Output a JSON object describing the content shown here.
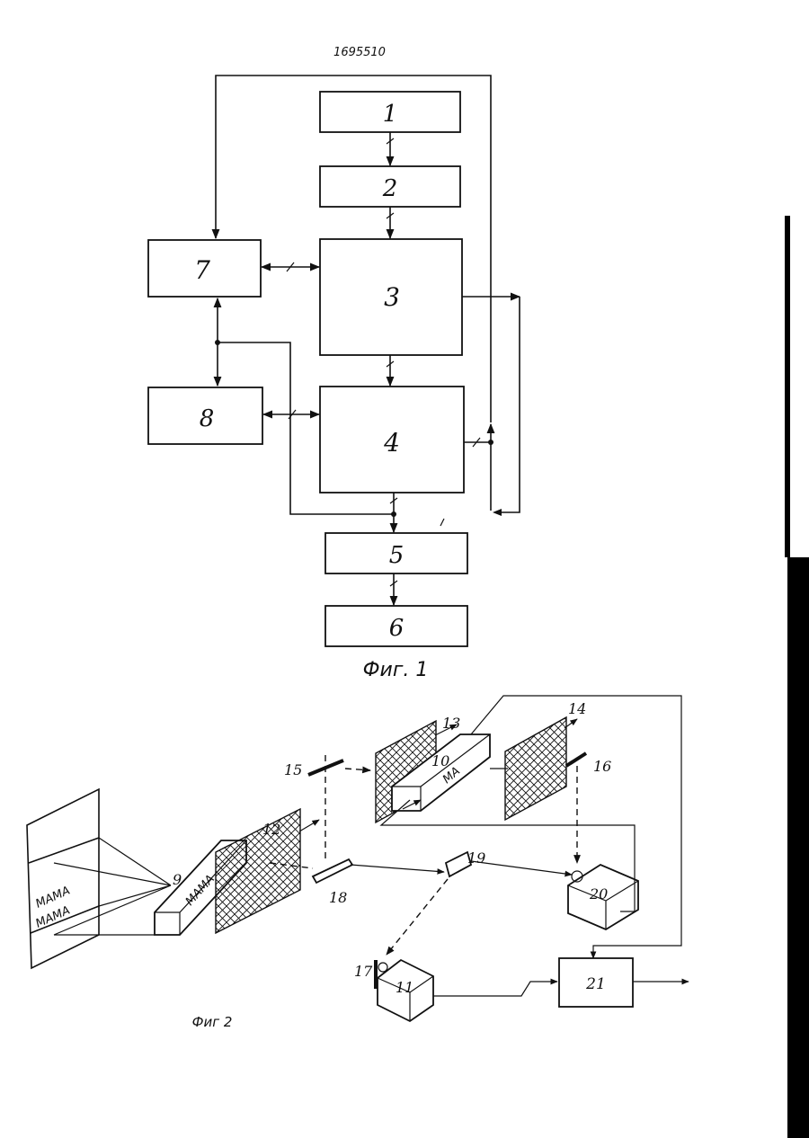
{
  "document": {
    "patent_number": "1695510",
    "fig1_caption": "Фиг. 1",
    "fig2_caption": "Фиг 2"
  },
  "fig1_blocks": [
    {
      "id": "b1",
      "label": "1"
    },
    {
      "id": "b2",
      "label": "2"
    },
    {
      "id": "b3",
      "label": "3"
    },
    {
      "id": "b4",
      "label": "4"
    },
    {
      "id": "b5",
      "label": "5"
    },
    {
      "id": "b6",
      "label": "6"
    },
    {
      "id": "b7",
      "label": "7"
    },
    {
      "id": "b8",
      "label": "8"
    }
  ],
  "fig2_parts": {
    "n9": "9",
    "n10": "10",
    "n11": "11",
    "n12": "12",
    "n13": "13",
    "n14": "14",
    "n15": "15",
    "n16": "16",
    "n17": "17",
    "n18": "18",
    "n19": "19",
    "n20": "20",
    "n21": "21"
  },
  "fig2_text": {
    "page_word_upper": "МАМА",
    "page_word_lower": "МАМА",
    "prism_word": "МАМА",
    "block10_word": "МА"
  },
  "colors": {
    "ink": "#111111",
    "paper": "#ffffff",
    "margin_bar": "#000000"
  }
}
